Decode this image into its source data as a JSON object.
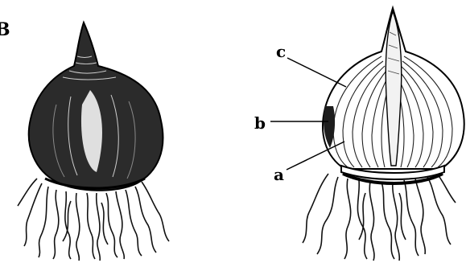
{
  "figure": {
    "panel_letter": "B",
    "labels": {
      "c": "c",
      "b": "b",
      "a": "a"
    }
  }
}
